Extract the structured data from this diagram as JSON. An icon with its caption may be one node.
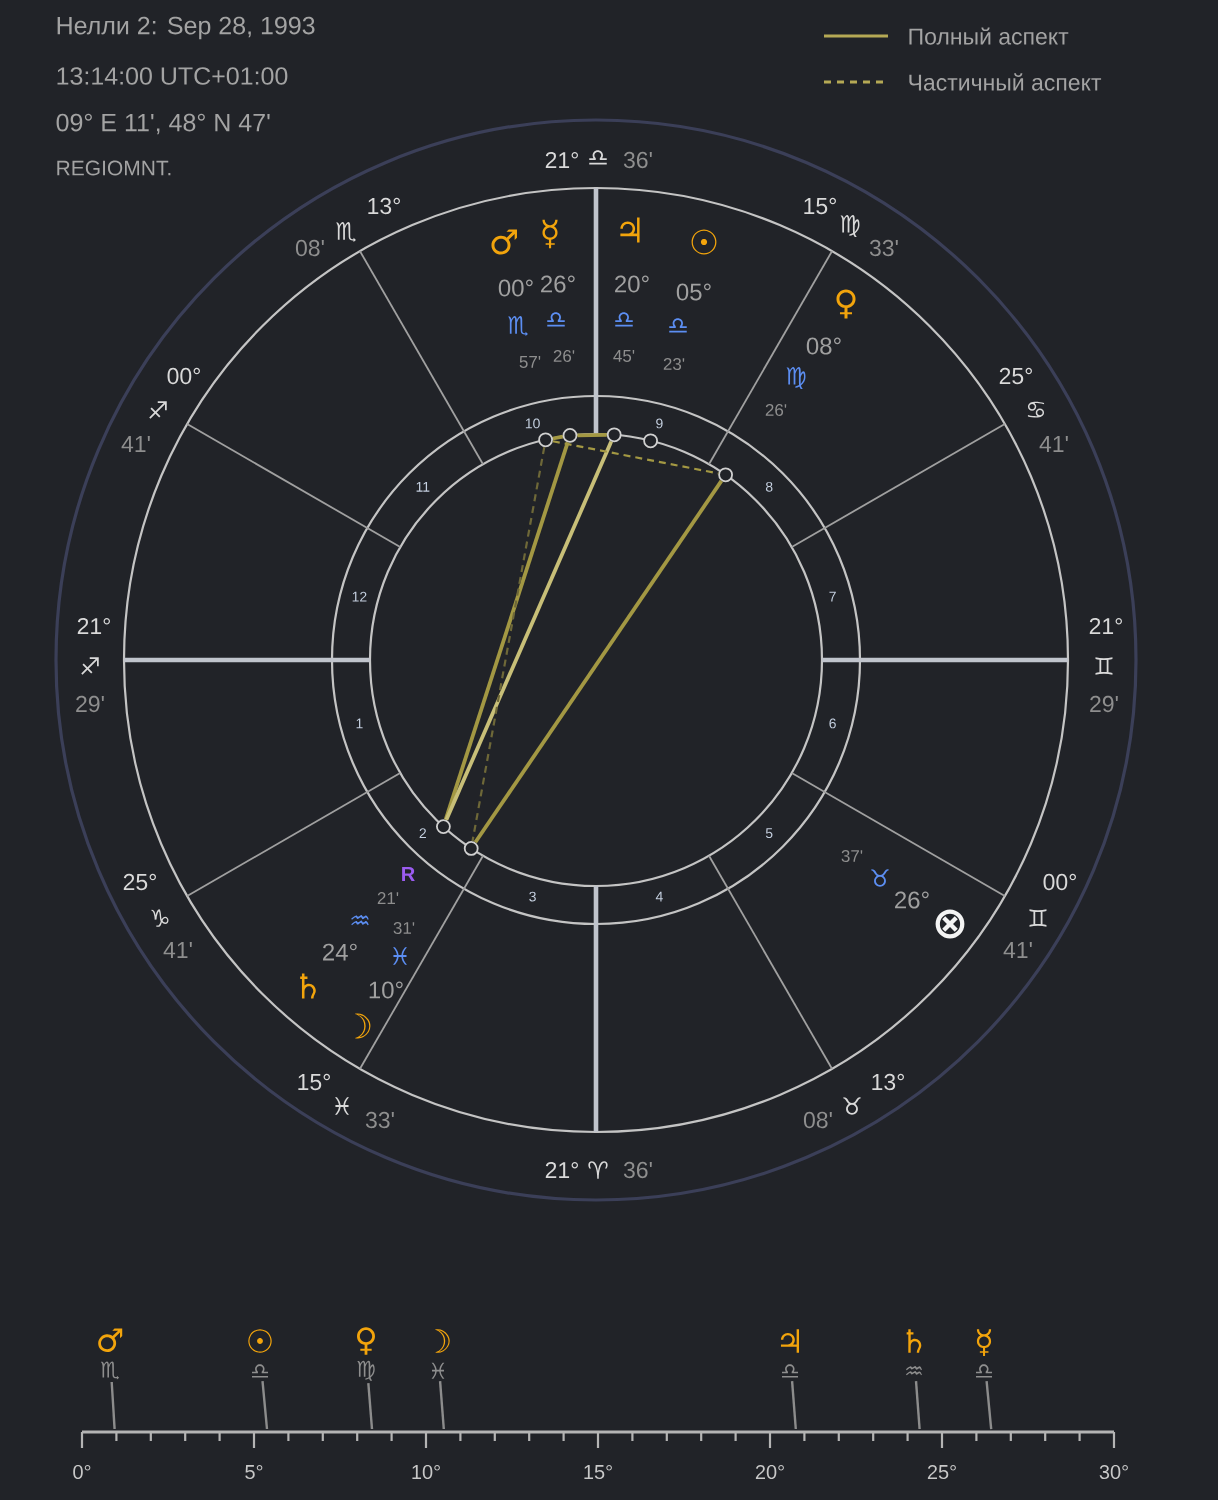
{
  "diagram": {
    "title": "Нелли 2: Sep 28, 1993",
    "nodes": [
      {
        "text": [],
        "shape": "circle"
      },
      {
        "text": [],
        "shape": "circle"
      },
      {
        "text": [],
        "shape": "circle"
      },
      {
        "text": [],
        "shape": "circle"
      },
      {
        "text": [],
        "shape": "circle"
      },
      {
        "text": [],
        "shape": "circle"
      },
      {
        "text": [],
        "shape": "circle"
      },
      {
        "text": [
          "♂",
          "♏"
        ]
      },
      {
        "text": [
          "☉",
          "♎"
        ]
      },
      {
        "text": [
          "♀",
          "♍"
        ]
      },
      {
        "text": [
          "☽",
          "♓"
        ]
      },
      {
        "text": [
          "♃",
          "♎"
        ]
      },
      {
        "text": [
          "♄",
          "♒"
        ]
      },
      {
        "text": [
          "☿",
          "♎"
        ]
      }
    ],
    "edges": [
      {
        "from": 0,
        "to": 1,
        "arrow": "none"
      },
      {
        "from": 1,
        "to": 2,
        "arrow": "none"
      },
      {
        "from": 1,
        "to": 5,
        "arrow": "none"
      },
      {
        "from": 2,
        "to": 5,
        "arrow": "none",
        "color": "#c8bf78"
      },
      {
        "from": 4,
        "to": 6,
        "arrow": "none"
      },
      {
        "from": 0,
        "to": 6,
        "arrow": "none",
        "style": "dashed",
        "color": "#6e6838"
      },
      {
        "from": 0,
        "to": 4,
        "arrow": "none",
        "style": "dashed"
      },
      {
        "from": 7,
        "to": null,
        "arrow": "none",
        "color": "#8c8c8c"
      },
      {
        "from": 8,
        "to": null,
        "arrow": "none",
        "color": "#8c8c8c"
      },
      {
        "from": 9,
        "to": null,
        "arrow": "none",
        "color": "#8c8c8c"
      },
      {
        "from": 10,
        "to": null,
        "arrow": "none",
        "color": "#8c8c8c"
      },
      {
        "from": 11,
        "to": null,
        "arrow": "none",
        "color": "#8c8c8c"
      },
      {
        "from": 12,
        "to": null,
        "arrow": "none",
        "color": "#8c8c8c"
      },
      {
        "from": 13,
        "to": null,
        "arrow": "none",
        "color": "#8c8c8c"
      }
    ],
    "labels": [
      "13:14:00 UTC+01:00",
      "09° E 11', 48° N 47'",
      "REGIOMNT.",
      "21°",
      "♎",
      "36'",
      "13°",
      "♏",
      "08'",
      "15°",
      "♍",
      "33'",
      "♂",
      "☿",
      "♃",
      "☉",
      "00°",
      "26°",
      "20°",
      "05°",
      "♏",
      "♎",
      "♎",
      "♎",
      "57'",
      "26'",
      "45'",
      "23'",
      "♀",
      "08°",
      "♍",
      "26'",
      "00°",
      "♐",
      "41'",
      "25°",
      "♋",
      "41'",
      "10",
      "9",
      "11",
      "8",
      "12",
      "7",
      "1",
      "6",
      "2",
      "5",
      "3",
      "4",
      "21°",
      "♐",
      "29'",
      "21°",
      "♊",
      "29'",
      "37'",
      "♉",
      "26°",
      "⊗",
      "R",
      "21'",
      "♒",
      "24°",
      "♄",
      "31'",
      "♓",
      "10°",
      "☽",
      "25°",
      "♑",
      "41'",
      "00°",
      "♊",
      "41'",
      "15°",
      "♓",
      "33'",
      "13°",
      "♉",
      "08'",
      "21°",
      "♈",
      "36'",
      "0°",
      "5°",
      "10°",
      "15°",
      "20°",
      "25°",
      "30°"
    ],
    "legend": [
      {
        "text": "Полный аспект"
      },
      {
        "text": "Частичный аспект"
      }
    ]
  }
}
